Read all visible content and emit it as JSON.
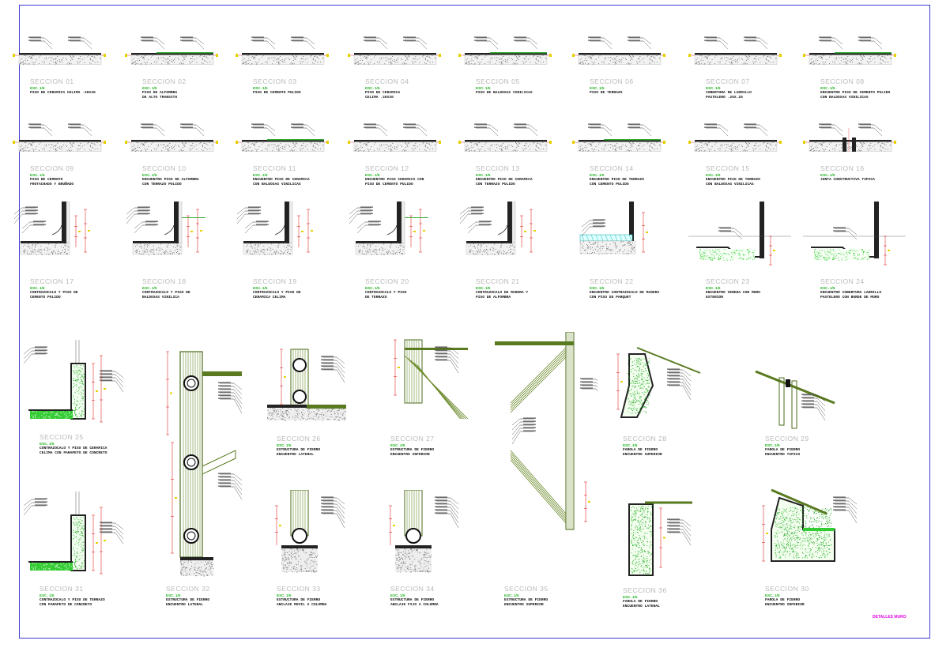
{
  "sheet": {
    "stamp": "DETALLES MURO"
  },
  "details": [
    {
      "title": "SECCION 01",
      "scale": "ESC. 1/5",
      "lines": [
        "PISO DE CERAMICA CELIMA .30X30"
      ]
    },
    {
      "title": "SECCION 02",
      "scale": "ESC. 1/5",
      "lines": [
        "PISO DE ALFOMBRA",
        "DE ALTO TRANSITO"
      ]
    },
    {
      "title": "SECCION 03",
      "scale": "ESC. 1/5",
      "lines": [
        "PISO DE CEMENTO PULIDO"
      ]
    },
    {
      "title": "SECCION 04",
      "scale": "ESC. 1/5",
      "lines": [
        "PISO DE CERAMICA",
        "CELIMA .30X30"
      ]
    },
    {
      "title": "SECCION 05",
      "scale": "ESC. 1/5",
      "lines": [
        "PISO DE BALDOSAS VINILICAS"
      ]
    },
    {
      "title": "SECCION 06",
      "scale": "ESC. 1/5",
      "lines": [
        "PISO DE TERRAZO"
      ]
    },
    {
      "title": "SECCION 07",
      "scale": "ESC. 1/5",
      "lines": [
        "COBERTURA DE LADRILLO",
        "PASTELERO .25X.25"
      ]
    },
    {
      "title": "SECCION 08",
      "scale": "ESC. 1/5",
      "lines": [
        "ENCUENTRO PISO DE CEMENTO PULIDO",
        "CON BALDOSAS VINILICAS"
      ]
    },
    {
      "title": "SECCION 09",
      "scale": "ESC. 1/5",
      "lines": [
        "PISO DE CEMENTO",
        "FROTACHADO Y BRUÑADO"
      ]
    },
    {
      "title": "SECCION 10",
      "scale": "ESC. 1/5",
      "lines": [
        "ENCUENTRO PISO DE ALFOMBRA",
        "CON TERRAZO PULIDO"
      ]
    },
    {
      "title": "SECCION 11",
      "scale": "ESC. 1/5",
      "lines": [
        "ENCUENTRO PISO DE CERAMICA",
        "CON BALDOSAS VINILICAS"
      ]
    },
    {
      "title": "SECCION 12",
      "scale": "ESC. 1/5",
      "lines": [
        "ENCUENTRO PISO CERAMICA CON",
        "PISO DE CEMENTO PULIDO"
      ]
    },
    {
      "title": "SECCION 13",
      "scale": "ESC. 1/5",
      "lines": [
        "ENCUENTRO PISO DE CERAMICA",
        "CON TERRAZO PULIDO"
      ]
    },
    {
      "title": "SECCION 14",
      "scale": "ESC. 1/5",
      "lines": [
        "ENCUENTRO PISO DE TERRAZO",
        "CON CEMENTO PULIDO"
      ]
    },
    {
      "title": "SECCION 15",
      "scale": "ESC. 1/5",
      "lines": [
        "ENCUENTRO PISO DE TERRAZO",
        "CON BALDOSAS VINILICAS"
      ]
    },
    {
      "title": "SECCION 16",
      "scale": "ESC. 1/5",
      "lines": [
        "JUNTA CONSTRUCTIVA TIPICA"
      ]
    },
    {
      "title": "SECCION 17",
      "scale": "ESC. 1/5",
      "lines": [
        "CONTRAZOCALO Y PISO DE",
        "CEMENTO PULIDO"
      ]
    },
    {
      "title": "SECCION 18",
      "scale": "ESC. 1/5",
      "lines": [
        "CONTRAZOCALO Y PISO DE",
        "BALDOSAS VINILICA"
      ]
    },
    {
      "title": "SECCION 19",
      "scale": "ESC. 1/5",
      "lines": [
        "CONTRAZOCALO Y PISO DE",
        "CERAMICA CELIMA"
      ]
    },
    {
      "title": "SECCION 20",
      "scale": "ESC. 1/5",
      "lines": [
        "CONTRAZOCALO Y PISO",
        "DE TERRAZO"
      ]
    },
    {
      "title": "SECCION 21",
      "scale": "ESC. 1/5",
      "lines": [
        "CONTRAZOCALO DE MADERA Y",
        "PISO DE ALFOMBRA"
      ]
    },
    {
      "title": "SECCION 22",
      "scale": "ESC. 1/5",
      "lines": [
        "ENCUENTRO CONTRAZOCALO DE MADERA",
        "CON PISO DE PARQUET"
      ]
    },
    {
      "title": "SECCION 23",
      "scale": "ESC. 1/5",
      "lines": [
        "ENCUENTRO VEREDA CON MURO",
        "EXTERIOR"
      ]
    },
    {
      "title": "SECCION 24",
      "scale": "ESC. 1/5",
      "lines": [
        "ENCUENTRO COBERTURA LADRILLO",
        "PASTELERO CON BORDE DE MURO"
      ]
    },
    {
      "title": "SECCION 25",
      "scale": "ESC. 1/5",
      "lines": [
        "CONTRAZOCALO Y PISO DE CERAMICA",
        "CELIMA CON PARAPETO DE CONCRETO"
      ]
    },
    {
      "title": "SECCION 26",
      "scale": "ESC. 1/5",
      "lines": [
        "ESTRUCTURA DE FIERRO",
        "ENCUENTRO LATERAL"
      ]
    },
    {
      "title": "SECCION 27",
      "scale": "ESC. 1/5",
      "lines": [
        "ESTRUCTURA DE FIERRO",
        "ENCUENTRO INFERIOR"
      ]
    },
    {
      "title": "SECCION 28",
      "scale": "ESC. 1/5",
      "lines": [
        "FAROLA DE FIERRO",
        "ENCUENTRO SUPERIOR"
      ]
    },
    {
      "title": "SECCION 29",
      "scale": "ESC. 1/5",
      "lines": [
        "FAROLA DE FIERRO",
        "ENCUENTRO TIPICO"
      ]
    },
    {
      "title": "SECCION 31",
      "scale": "ESC. 1/5",
      "lines": [
        "CONTRAZOCALO Y PISO DE TERRAZO",
        "CON PARAPETO DE CONCRETO"
      ]
    },
    {
      "title": "SECCION 32",
      "scale": "ESC. 1/5",
      "lines": [
        "ESTRUCTURA DE FIERRO",
        "ENCUENTRO LATERAL"
      ]
    },
    {
      "title": "SECCION 33",
      "scale": "ESC. 1/5",
      "lines": [
        "ESTRUCTURA DE FIERRO",
        "ANCLAJE MOVIL A COLUMNA"
      ]
    },
    {
      "title": "SECCION 34",
      "scale": "ESC. 1/5",
      "lines": [
        "ESTRUCTURA DE FIERRO",
        "ANCLAJE FIJO A COLUMNA"
      ]
    },
    {
      "title": "SECCION 35",
      "scale": "ESC. 1/5",
      "lines": [
        "ESTRUCTURA DE FIERRO",
        "ENCUENTRO SUPERIOR"
      ]
    },
    {
      "title": "SECCION 36",
      "scale": "ESC. 1/5",
      "lines": [
        "FAROLA DE FIERRO",
        "ENCUENTRO LATERAL"
      ]
    },
    {
      "title": "SECCION 30",
      "scale": "ESC. 1/5",
      "lines": [
        "FAROLA DE FIERRO",
        "ENCUENTRO INFERIOR"
      ]
    }
  ]
}
